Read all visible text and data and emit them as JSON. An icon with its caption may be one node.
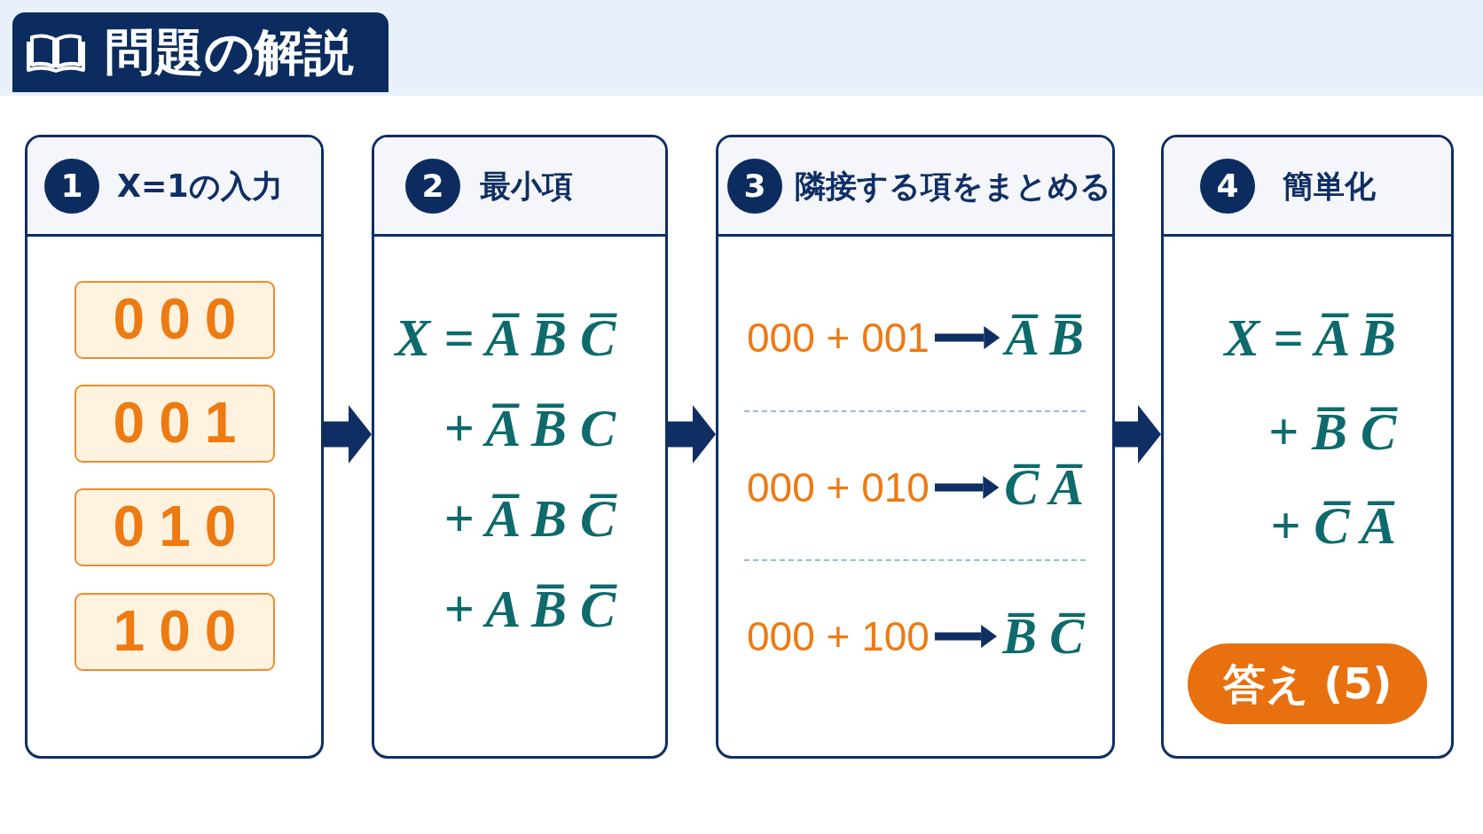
{
  "diagram": {
    "title": "問題の解説",
    "nodes": [
      {
        "text": [
          "1",
          "X=1の入力"
        ]
      },
      {
        "text": [
          "000"
        ],
        "in": 0
      },
      {
        "text": [
          "001"
        ],
        "in": 0
      },
      {
        "text": [
          "010"
        ],
        "in": 0
      },
      {
        "text": [
          "100"
        ],
        "in": 0
      },
      {
        "text": [
          "2",
          "最小項",
          "X = A̅ B̅ C̅",
          "+ A̅ B̅ C",
          "+ A̅ B C̅",
          "+ A B̅ C̅"
        ]
      },
      {
        "text": [
          "3",
          "隣接する項をまとめる"
        ]
      },
      {
        "text": [
          "000 + 001"
        ],
        "in": 6
      },
      {
        "text": [
          "A̅ B̅"
        ],
        "in": 6
      },
      {
        "text": [
          "000 + 010"
        ],
        "in": 6
      },
      {
        "text": [
          "C̅ A̅"
        ],
        "in": 6
      },
      {
        "text": [
          "000 + 100"
        ],
        "in": 6
      },
      {
        "text": [
          "B̅ C̅"
        ],
        "in": 6
      },
      {
        "text": [
          "4",
          "簡単化",
          "X = A̅ B̅",
          "+ B̅ C̅",
          "+ C̅ A̅"
        ]
      },
      {
        "text": [
          "答え (5)"
        ],
        "in": 13
      }
    ],
    "edges": [
      {
        "from": 0,
        "to": 5,
        "arrow": "to",
        "style": "thick"
      },
      {
        "from": 5,
        "to": 6,
        "arrow": "to",
        "style": "thick"
      },
      {
        "from": 6,
        "to": 13,
        "arrow": "to",
        "style": "thick"
      },
      {
        "from": 7,
        "to": 8,
        "arrow": "to"
      },
      {
        "from": 9,
        "to": 10,
        "arrow": "to"
      },
      {
        "from": 11,
        "to": 12,
        "arrow": "to"
      }
    ]
  }
}
